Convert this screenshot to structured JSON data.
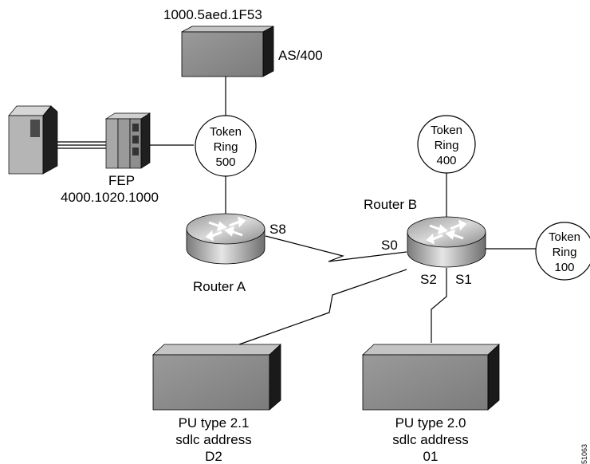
{
  "as400": {
    "address": "1000.5aed.1F53",
    "label": "AS/400"
  },
  "fep": {
    "label": "FEP",
    "address": "4000.1020.1000"
  },
  "token_rings": [
    {
      "line1": "Token",
      "line2": "Ring",
      "number": "500"
    },
    {
      "line1": "Token",
      "line2": "Ring",
      "number": "400"
    },
    {
      "line1": "Token",
      "line2": "Ring",
      "number": "100"
    }
  ],
  "router_a": {
    "label": "Router A",
    "port_s8": "S8"
  },
  "router_b": {
    "label": "Router B",
    "port_s0": "S0",
    "port_s2": "S2",
    "port_s1": "S1"
  },
  "pu_d2": {
    "line1": "PU type 2.1",
    "line2": "sdlc address",
    "line3": "D2"
  },
  "pu_01": {
    "line1": "PU type 2.0",
    "line2": "sdlc address",
    "line3": "01"
  },
  "figure_id": "51063",
  "colors": {
    "device_face": "#8c8c8c",
    "device_top": "#c4c4c4",
    "device_side": "#1a1a1a",
    "router_body": "#b8b8b8",
    "router_top": "#d9d9d9",
    "line": "#000000"
  }
}
